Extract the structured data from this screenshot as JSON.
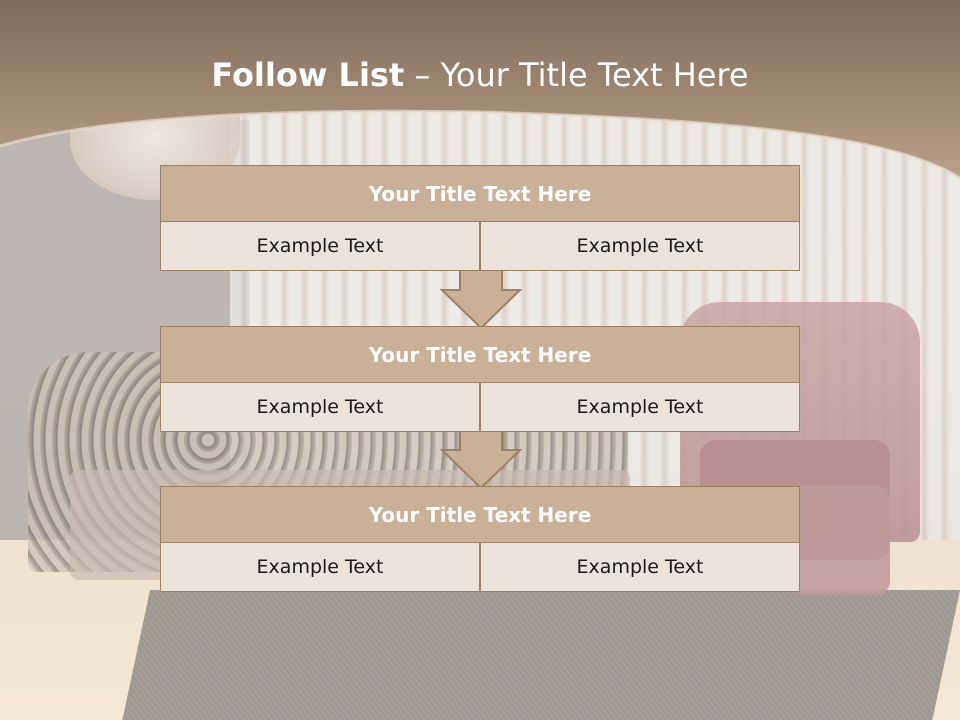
{
  "slide": {
    "title_bold": "Follow List",
    "title_rest": " – Your Title Text Here"
  },
  "steps": [
    {
      "title": "Your Title Text Here",
      "left": "Example Text",
      "right": "Example Text"
    },
    {
      "title": "Your Title Text Here",
      "left": "Example Text",
      "right": "Example Text"
    },
    {
      "title": "Your Title Text Here",
      "left": "Example Text",
      "right": "Example Text"
    }
  ],
  "colors": {
    "header_top": "#7f6b5a",
    "header_bottom": "#b9a088",
    "box_title_fill": "#c9b097",
    "box_cell_fill": "#ebe3dc",
    "border": "#9c8066",
    "arrow_fill": "#c9b097"
  }
}
